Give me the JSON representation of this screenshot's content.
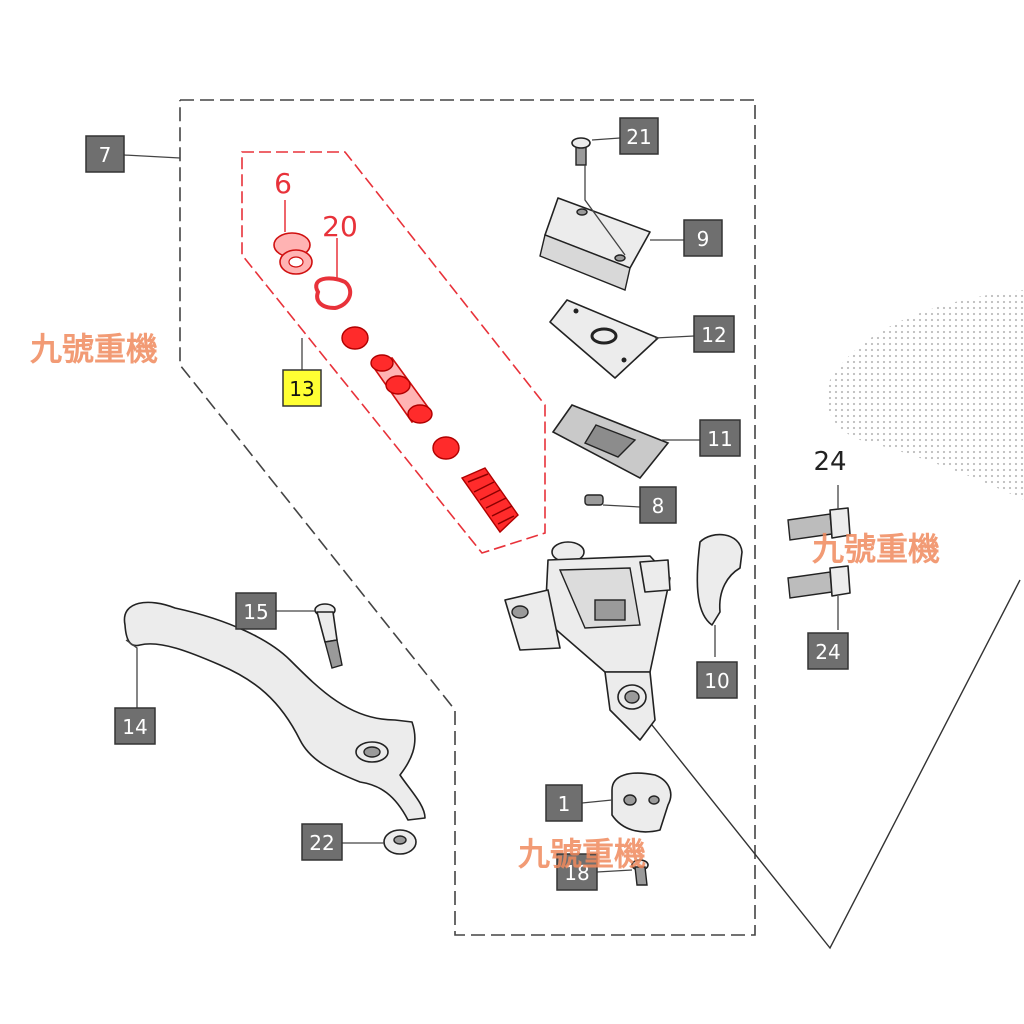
{
  "diagram": {
    "labels": {
      "p7": "7",
      "p21": "21",
      "p9": "9",
      "p12": "12",
      "p11": "11",
      "p8": "8",
      "p13": "13",
      "p6": "6",
      "p20": "20",
      "p24_top": "24",
      "p24_bottom": "24",
      "p10": "10",
      "p15": "15",
      "p14": "14",
      "p22": "22",
      "p1": "1",
      "p18": "18"
    },
    "watermark": "九號重機",
    "colors": {
      "highlight_group": "#e8323a",
      "label_box": "#6f6f6f",
      "highlight_label": "#ffff33",
      "watermark": "#f08a5d"
    }
  }
}
